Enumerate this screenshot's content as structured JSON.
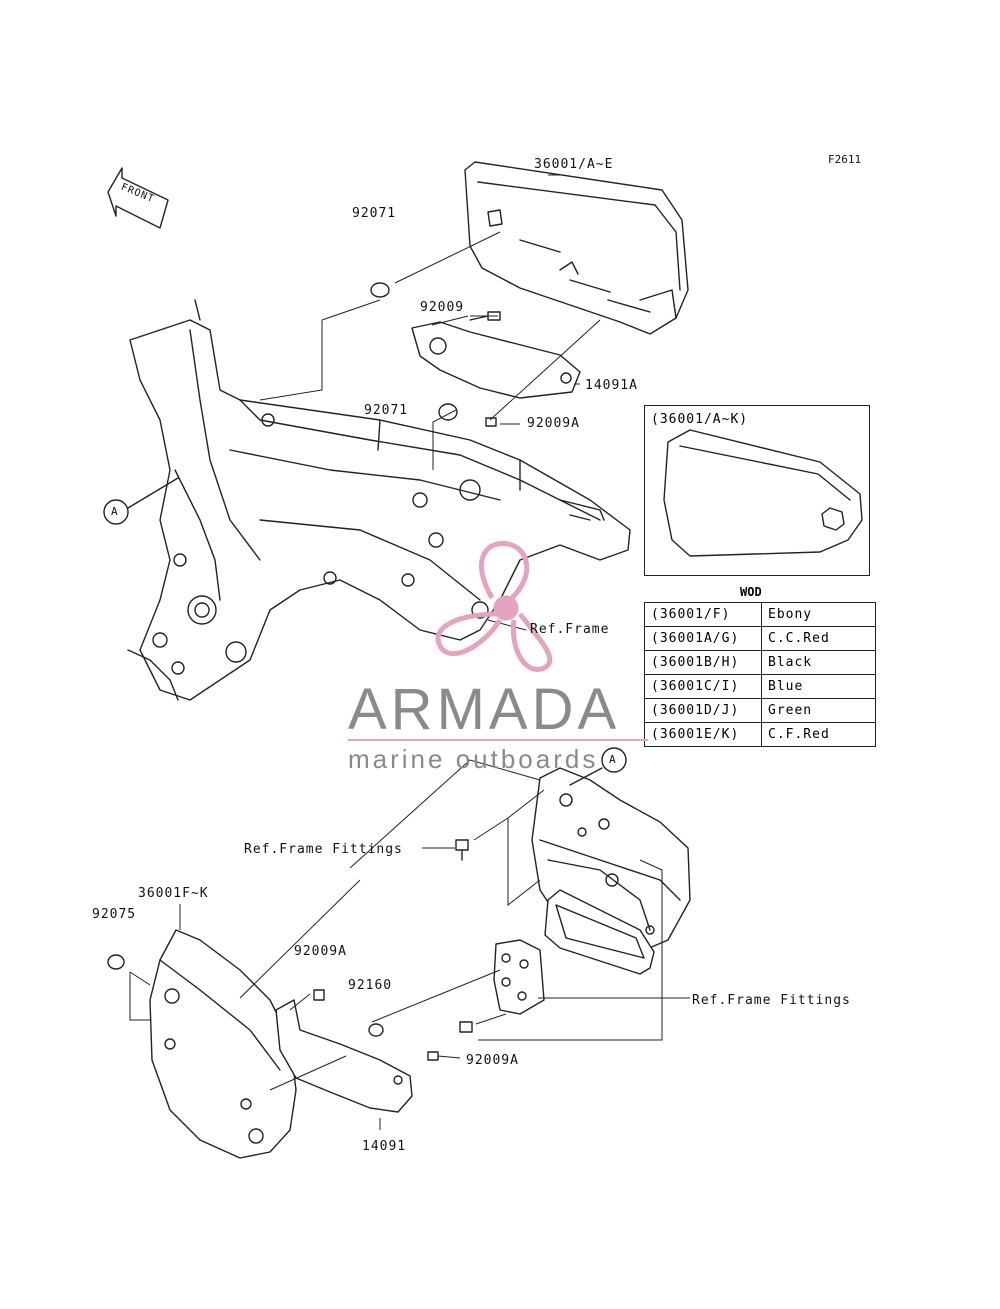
{
  "diagram": {
    "figure_code": "F2611",
    "front_marker": "FRONT",
    "ref_circle": "A",
    "labels": {
      "side_cover_top": "36001/A~E",
      "grommet_top": "92071",
      "bolt_top": "92009",
      "bracket_top": "14091A",
      "grommet_mid": "92071",
      "bolt_mid": "92009A",
      "ref_frame": "Ref.Frame",
      "ref_frame_fittings_left": "Ref.Frame Fittings",
      "ref_frame_fittings_right": "Ref.Frame Fittings",
      "side_cover_bottom": "36001F~K",
      "grommet_bottom": "92075",
      "bolt_lower_a": "92009A",
      "washer": "92160",
      "bolt_lower_b": "92009A",
      "bracket_bottom": "14091"
    },
    "inset_title": "(36001/A~K)",
    "wod_title": "WOD",
    "wod_table": [
      {
        "code": "(36001/F)",
        "color": "Ebony"
      },
      {
        "code": "(36001A/G)",
        "color": "C.C.Red"
      },
      {
        "code": "(36001B/H)",
        "color": "Black"
      },
      {
        "code": "(36001C/I)",
        "color": "Blue"
      },
      {
        "code": "(36001D/J)",
        "color": "Green"
      },
      {
        "code": "(36001E/K)",
        "color": "C.F.Red"
      }
    ]
  },
  "watermark": {
    "brand": "ARMADA",
    "tagline": "marine outboards",
    "accent_color": "#e4a3c0",
    "text_color": "#8a8a8a"
  }
}
